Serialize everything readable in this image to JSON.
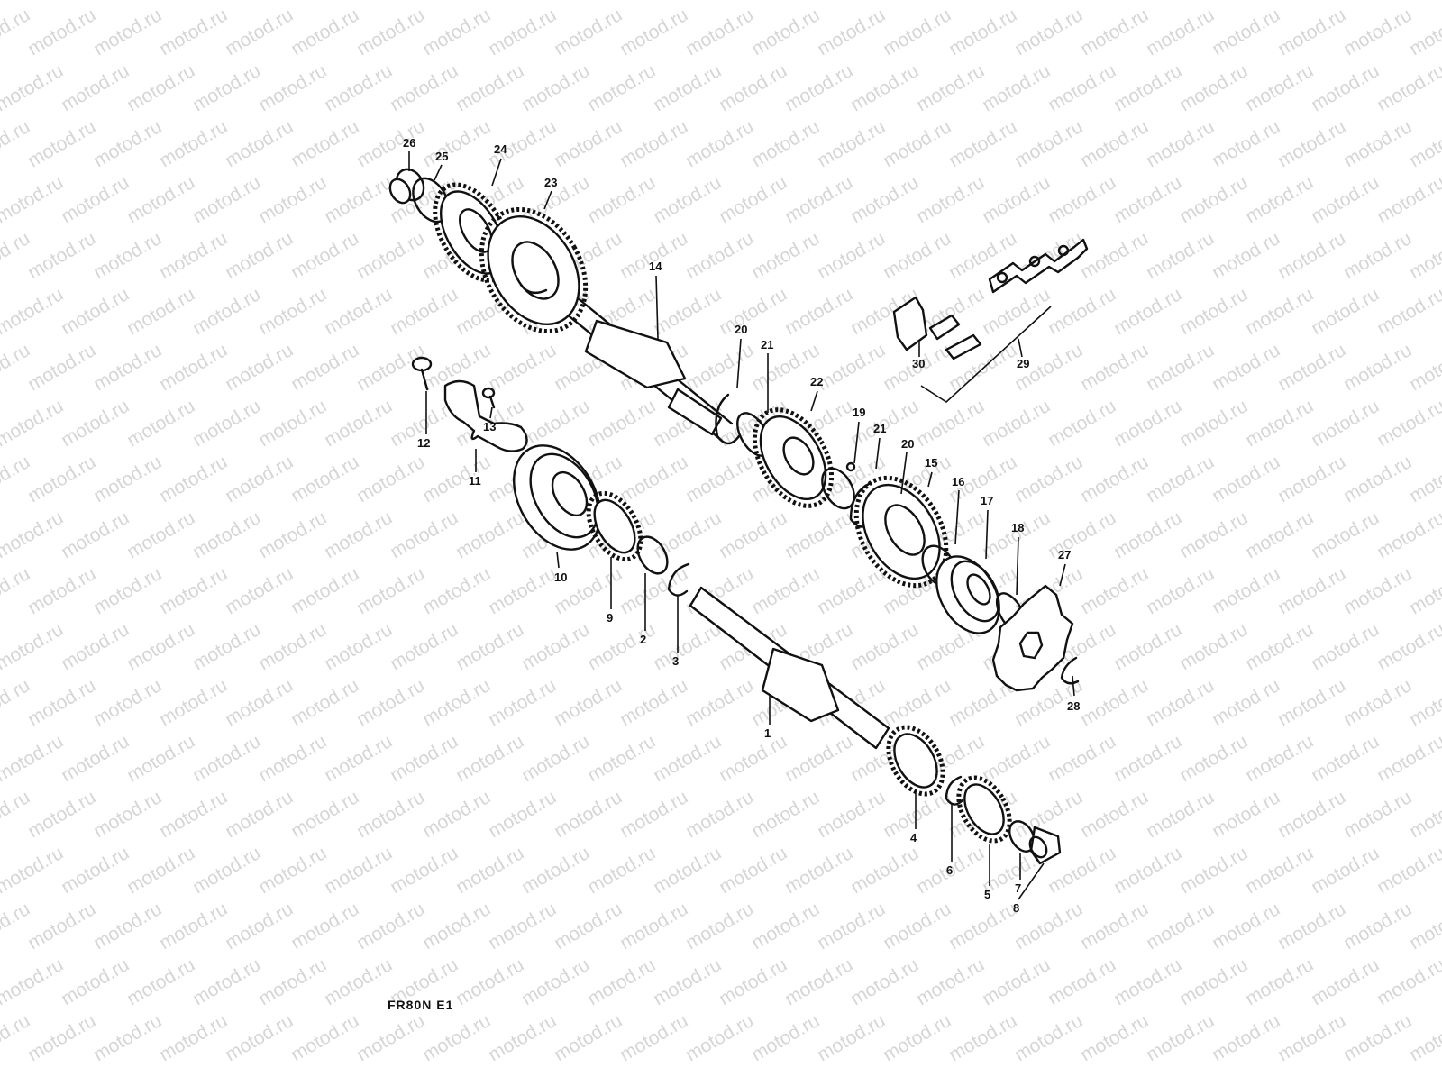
{
  "watermark": {
    "text": "motod.ru",
    "color": "#d6d6d6"
  },
  "diagram_code": "FR80N E1",
  "callouts": [
    {
      "id": "c26",
      "text": "26"
    },
    {
      "id": "c25",
      "text": "25"
    },
    {
      "id": "c24",
      "text": "24"
    },
    {
      "id": "c23",
      "text": "23"
    },
    {
      "id": "c14",
      "text": "14"
    },
    {
      "id": "c20a",
      "text": "20"
    },
    {
      "id": "c21a",
      "text": "21"
    },
    {
      "id": "c22",
      "text": "22"
    },
    {
      "id": "c19",
      "text": "19"
    },
    {
      "id": "c21b",
      "text": "21"
    },
    {
      "id": "c20b",
      "text": "20"
    },
    {
      "id": "c15",
      "text": "15"
    },
    {
      "id": "c16",
      "text": "16"
    },
    {
      "id": "c17",
      "text": "17"
    },
    {
      "id": "c18",
      "text": "18"
    },
    {
      "id": "c27",
      "text": "27"
    },
    {
      "id": "c28",
      "text": "28"
    },
    {
      "id": "c30",
      "text": "30"
    },
    {
      "id": "c29",
      "text": "29"
    },
    {
      "id": "c12",
      "text": "12"
    },
    {
      "id": "c13",
      "text": "13"
    },
    {
      "id": "c11",
      "text": "11"
    },
    {
      "id": "c10",
      "text": "10"
    },
    {
      "id": "c9",
      "text": "9"
    },
    {
      "id": "c2",
      "text": "2"
    },
    {
      "id": "c3",
      "text": "3"
    },
    {
      "id": "c1",
      "text": "1"
    },
    {
      "id": "c4",
      "text": "4"
    },
    {
      "id": "c6",
      "text": "6"
    },
    {
      "id": "c5",
      "text": "5"
    },
    {
      "id": "c7",
      "text": "7"
    },
    {
      "id": "c8",
      "text": "8"
    }
  ]
}
